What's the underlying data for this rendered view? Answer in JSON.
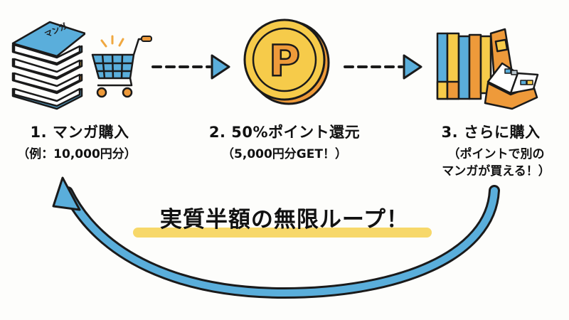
{
  "colors": {
    "background": "#fdfdfb",
    "blue": "#5aaedb",
    "outline": "#1a1a1a",
    "gold": "#f6cb4a",
    "orange": "#ee9a3a",
    "highlight": "#f7d86a"
  },
  "steps": [
    {
      "icon": "manga-stack-and-cart-icon",
      "title": "1. マンガ購入",
      "subtitle": "（例：10,000円分）",
      "book_label": "マンガ"
    },
    {
      "icon": "point-coin-icon",
      "title": "2. 50%ポイント還元",
      "subtitle": "（5,000円分GET！）",
      "coin_letter": "P"
    },
    {
      "icon": "bookshelf-and-open-book-icon",
      "title": "3. さらに購入",
      "subtitle_line1": "（ポイントで別の",
      "subtitle_line2": "マンガが買える！）"
    }
  ],
  "loop": {
    "label": "実質半額の無限ループ！"
  }
}
